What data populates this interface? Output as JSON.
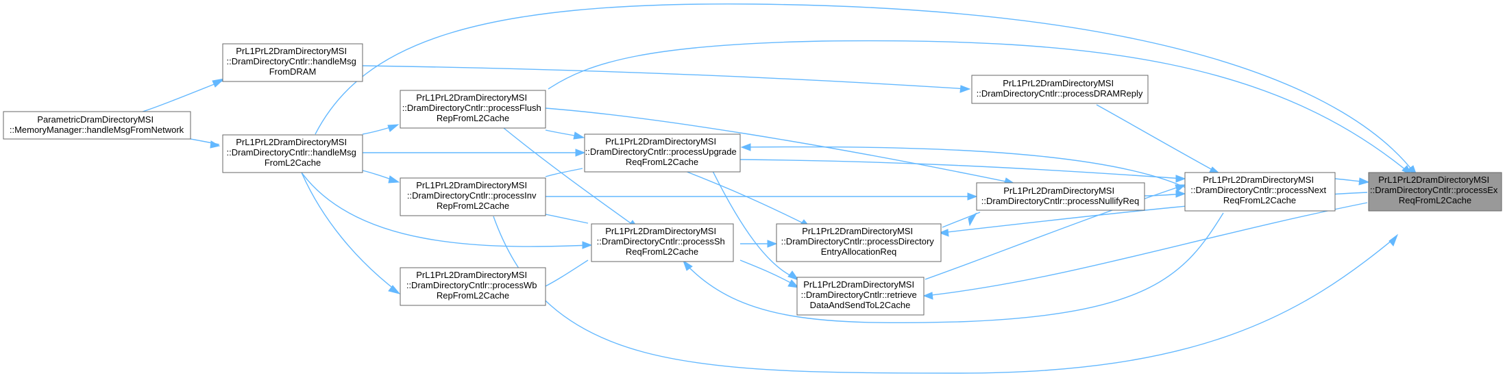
{
  "colors": {
    "edge": "#63b8ff",
    "node_border": "#666666",
    "node_fill": "#ffffff",
    "current_node_fill": "#999999",
    "text": "#000000"
  },
  "nodes": [
    {
      "id": "n_handleMsgFromNetwork",
      "lines": [
        "ParametricDramDirectoryMSI",
        "::MemoryManager::handleMsgFromNetwork"
      ]
    },
    {
      "id": "n_handleMsgFromDRAM",
      "lines": [
        "PrL1PrL2DramDirectoryMSI",
        "::DramDirectoryCntlr::handleMsg",
        "FromDRAM"
      ]
    },
    {
      "id": "n_handleMsgFromL2Cache",
      "lines": [
        "PrL1PrL2DramDirectoryMSI",
        "::DramDirectoryCntlr::handleMsg",
        "FromL2Cache"
      ]
    },
    {
      "id": "n_processFlushRepFromL2Cache",
      "lines": [
        "PrL1PrL2DramDirectoryMSI",
        "::DramDirectoryCntlr::processFlush",
        "RepFromL2Cache"
      ]
    },
    {
      "id": "n_processInvRepFromL2Cache",
      "lines": [
        "PrL1PrL2DramDirectoryMSI",
        "::DramDirectoryCntlr::processInv",
        "RepFromL2Cache"
      ]
    },
    {
      "id": "n_processWbRepFromL2Cache",
      "lines": [
        "PrL1PrL2DramDirectoryMSI",
        "::DramDirectoryCntlr::processWb",
        "RepFromL2Cache"
      ]
    },
    {
      "id": "n_processUpgradeReqFromL2Cache",
      "lines": [
        "PrL1PrL2DramDirectoryMSI",
        "::DramDirectoryCntlr::processUpgrade",
        "ReqFromL2Cache"
      ]
    },
    {
      "id": "n_processShReqFromL2Cache",
      "lines": [
        "PrL1PrL2DramDirectoryMSI",
        "::DramDirectoryCntlr::processSh",
        "ReqFromL2Cache"
      ]
    },
    {
      "id": "n_processDirectoryEntryAllocationReq",
      "lines": [
        "PrL1PrL2DramDirectoryMSI",
        "::DramDirectoryCntlr::processDirectory",
        "EntryAllocationReq"
      ]
    },
    {
      "id": "n_retrieveDataAndSendToL2Cache",
      "lines": [
        "PrL1PrL2DramDirectoryMSI",
        "::DramDirectoryCntlr::retrieve",
        "DataAndSendToL2Cache"
      ]
    },
    {
      "id": "n_processDRAMReply",
      "lines": [
        "PrL1PrL2DramDirectoryMSI",
        "::DramDirectoryCntlr::processDRAMReply"
      ]
    },
    {
      "id": "n_processNullifyReq",
      "lines": [
        "PrL1PrL2DramDirectoryMSI",
        "::DramDirectoryCntlr::processNullifyReq"
      ]
    },
    {
      "id": "n_processNextReqFromL2Cache",
      "lines": [
        "PrL1PrL2DramDirectoryMSI",
        "::DramDirectoryCntlr::processNext",
        "ReqFromL2Cache"
      ]
    },
    {
      "id": "n_processExReqFromL2Cache",
      "lines": [
        "PrL1PrL2DramDirectoryMSI",
        "::DramDirectoryCntlr::processEx",
        "ReqFromL2Cache"
      ],
      "current": true
    }
  ]
}
